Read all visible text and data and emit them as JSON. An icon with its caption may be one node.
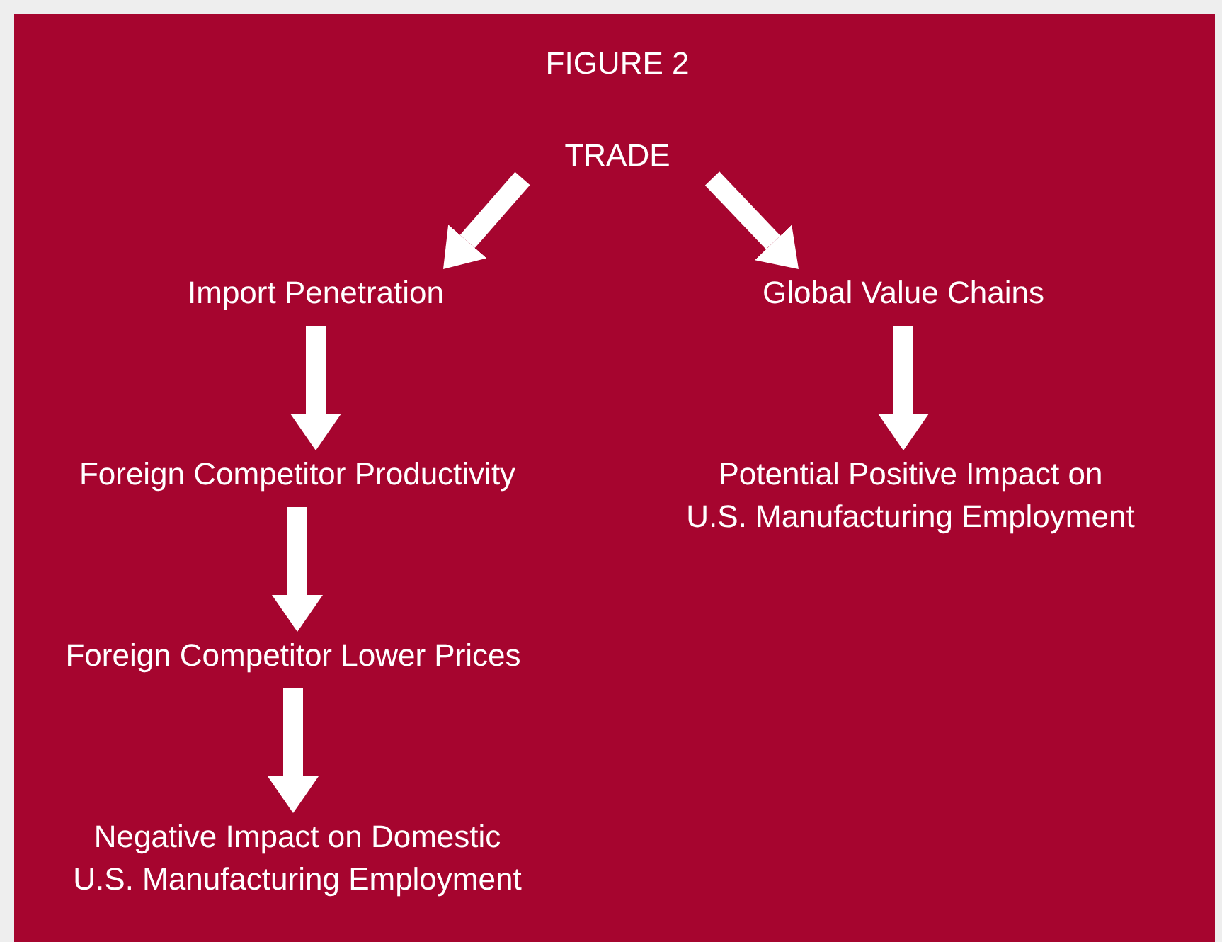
{
  "diagram": {
    "title": "FIGURE 2",
    "nodes": [
      {
        "text": [
          "TRADE"
        ]
      },
      {
        "text": [
          "Import Penetration"
        ]
      },
      {
        "text": [
          "Global Value Chains"
        ]
      },
      {
        "text": [
          "Foreign Competitor Productivity"
        ]
      },
      {
        "text": [
          "Foreign Competitor Lower Prices"
        ]
      },
      {
        "text": [
          "Negative Impact on Domestic U.S. Manufacturing Employment"
        ]
      },
      {
        "text": [
          "Potential Positive Impact on U.S. Manufacturing Employment"
        ]
      }
    ],
    "edges": [
      {
        "from": 0,
        "to": 1,
        "arrow": "to"
      },
      {
        "from": 0,
        "to": 2,
        "arrow": "to"
      },
      {
        "from": 1,
        "to": 3,
        "arrow": "to"
      },
      {
        "from": 3,
        "to": 4,
        "arrow": "to"
      },
      {
        "from": 4,
        "to": 5,
        "arrow": "to"
      },
      {
        "from": 2,
        "to": 6,
        "arrow": "to"
      }
    ]
  }
}
